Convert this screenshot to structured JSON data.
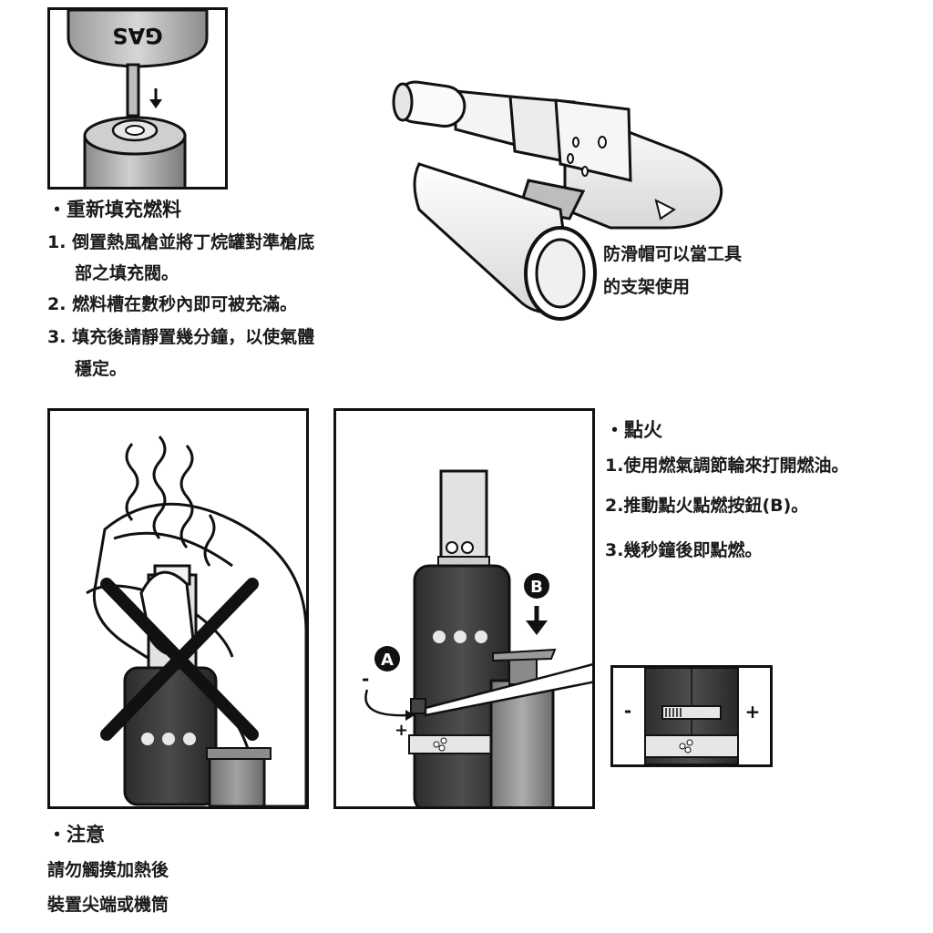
{
  "refill": {
    "heading": "・重新填充燃料",
    "gas_can_text": "GAS",
    "steps": [
      {
        "num": "1.",
        "line1": "倒置熱風槍並將丁烷罐對準槍底",
        "line2": "部之填充閥。"
      },
      {
        "num": "2.",
        "line1": "燃料槽在數秒內即可被充滿。",
        "line2": ""
      },
      {
        "num": "3.",
        "line1": "填充後請靜置幾分鐘，以使氣體",
        "line2": "穩定。"
      }
    ]
  },
  "cap_note": {
    "line1": "防滑帽可以當工具",
    "line2": "的支架使用"
  },
  "ignition": {
    "heading": "・點火",
    "steps": [
      "1.使用燃氣調節輪來打開燃油。",
      "2.推動點火點燃按鈕(B)。",
      "3.幾秒鐘後即點燃。"
    ],
    "label_a": "A",
    "label_b": "B",
    "minus": "-",
    "plus": "+"
  },
  "caution": {
    "heading": "・注意",
    "line1": "請勿觸摸加熱後",
    "line2": "裝置尖端或機筒"
  },
  "colors": {
    "body_dark": "#3a3a3a",
    "body_mid": "#8a8a8a",
    "outline": "#111111"
  }
}
